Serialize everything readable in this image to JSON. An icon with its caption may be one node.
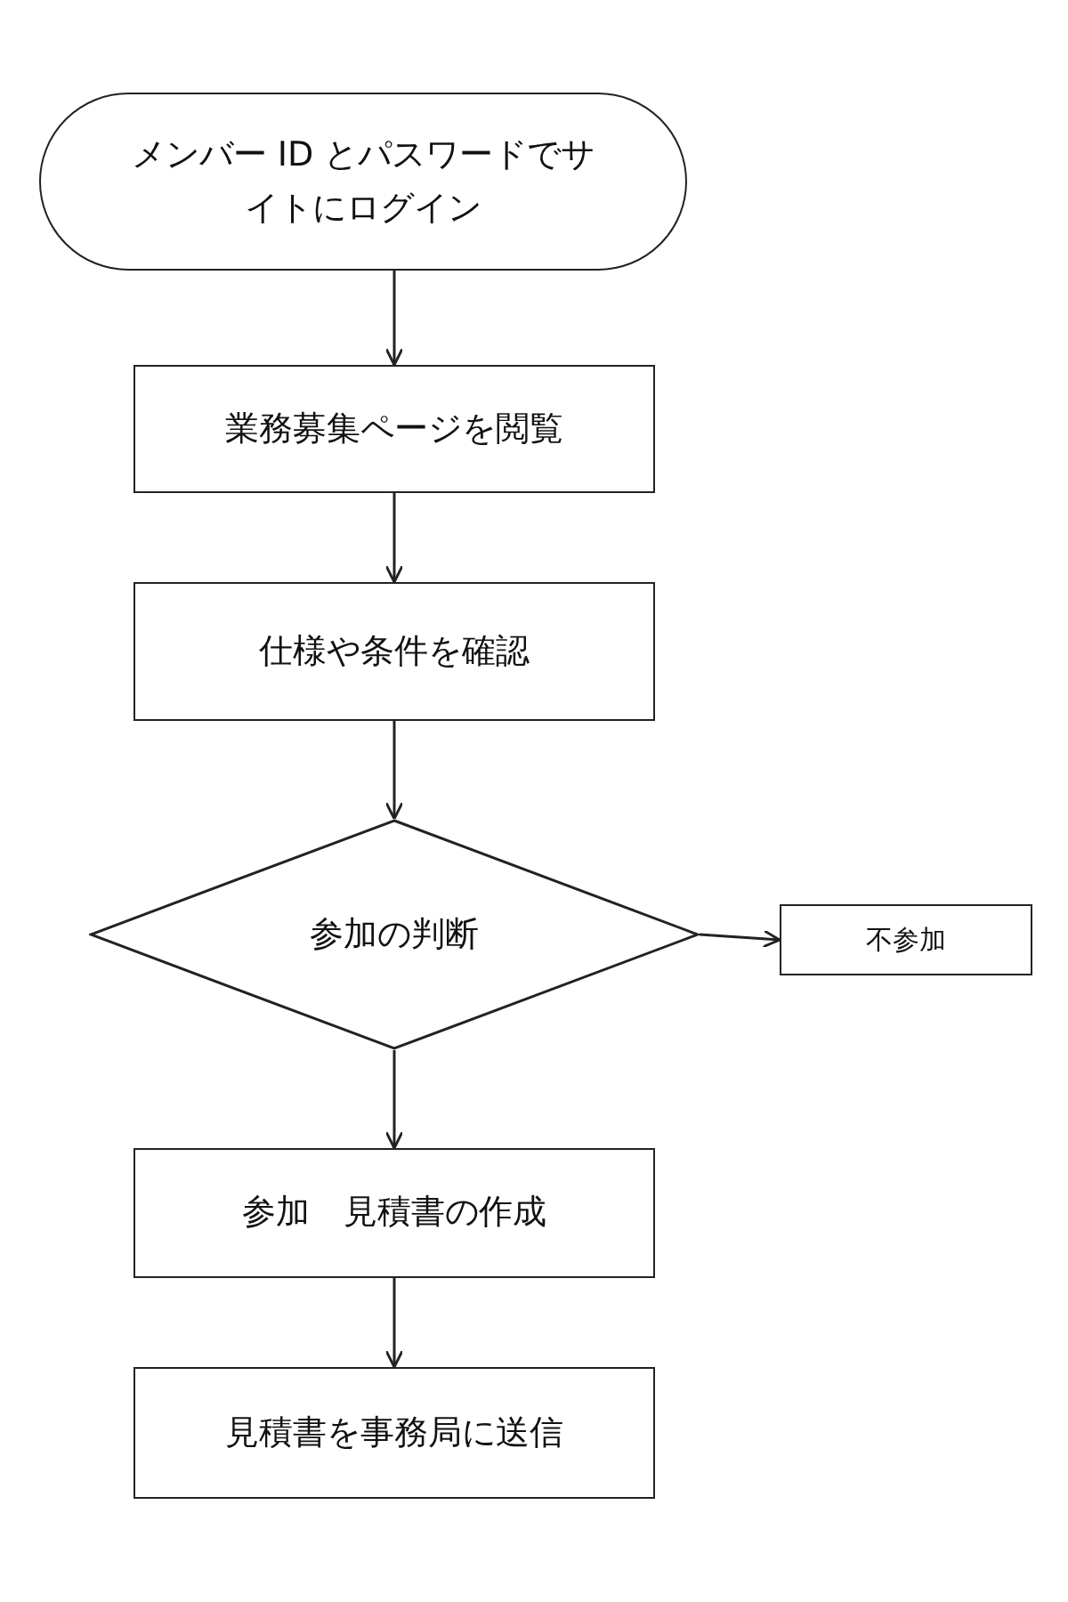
{
  "diagram": {
    "nodes": [
      {
        "text": [
          "メンバー ID とパスワードでサイトにログイン"
        ]
      },
      {
        "text": [
          "業務募集ページを閲覧"
        ]
      },
      {
        "text": [
          "仕様や条件を確認"
        ]
      },
      {
        "text": [
          "参加の判断"
        ]
      },
      {
        "text": [
          "不参加"
        ]
      },
      {
        "text": [
          "参加　見積書の作成"
        ]
      },
      {
        "text": [
          "見積書を事務局に送信"
        ]
      }
    ],
    "edges": [
      {
        "from": 0,
        "to": 1,
        "arrow": "to"
      },
      {
        "from": 1,
        "to": 2,
        "arrow": "to"
      },
      {
        "from": 2,
        "to": 3,
        "arrow": "to"
      },
      {
        "from": 3,
        "to": 4,
        "arrow": "to"
      },
      {
        "from": 3,
        "to": 5,
        "arrow": "to"
      },
      {
        "from": 5,
        "to": 6,
        "arrow": "to"
      }
    ]
  }
}
